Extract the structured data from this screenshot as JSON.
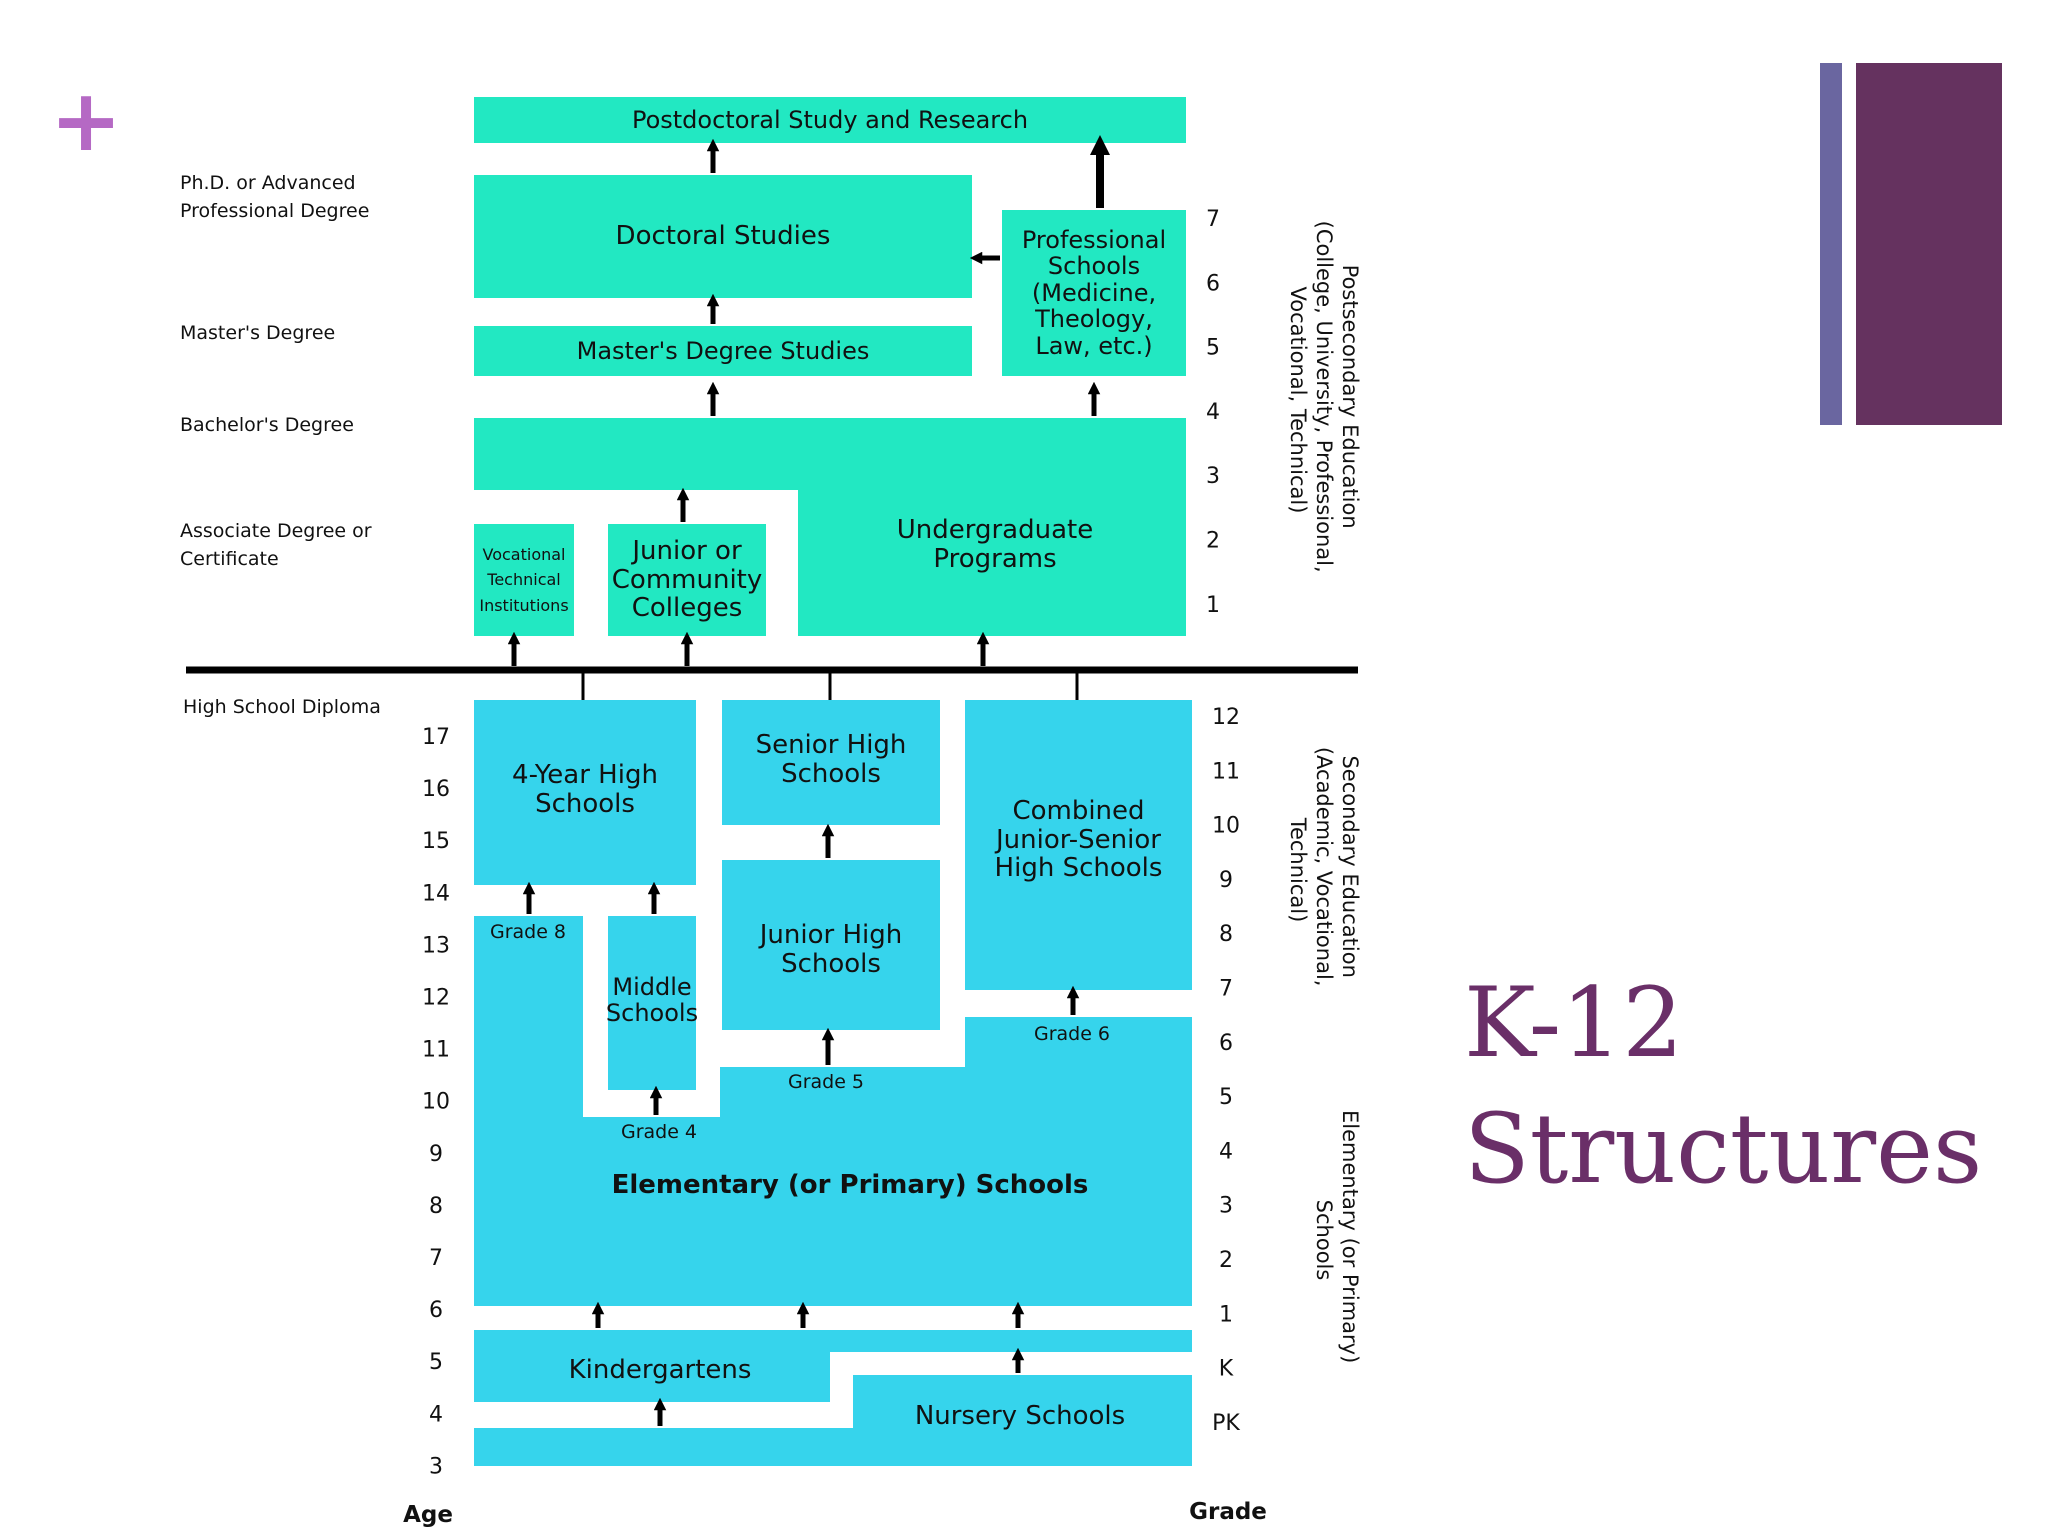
{
  "slide": {
    "plus_symbol": "+",
    "title_lines": [
      "K-12",
      "Structures"
    ],
    "accent_colors": {
      "plus": "#b569c4",
      "bar_thin": "#6a66a0",
      "bar_wide": "#65325f",
      "title": "#6a2f68"
    }
  },
  "diagram": {
    "colors": {
      "postsecondary": "#22e8c2",
      "k12": "#36d4ec",
      "text": "#111111"
    },
    "boxes": {
      "postdoc": "Postdoctoral Study and Research",
      "doctoral": "Doctoral Studies",
      "masters": "Master's Degree Studies",
      "professional": "Professional Schools (Medicine, Theology, Law, etc.)",
      "undergrad": "Undergraduate Programs",
      "vocational": "Vocational Technical Institutions",
      "community": "Junior or Community Colleges",
      "four_year": "4-Year High Schools",
      "senior_high": "Senior High Schools",
      "junior_high": "Junior High Schools",
      "combined": "Combined Junior-Senior High Schools",
      "middle": "Middle Schools",
      "elementary": "Elementary (or Primary) Schools",
      "kindergarten": "Kindergartens",
      "nursery": "Nursery Schools"
    },
    "entry_labels": {
      "grade8": "Grade 8",
      "grade4": "Grade 4",
      "grade5": "Grade 5",
      "grade6": "Grade 6"
    },
    "degrees": [
      "Ph.D. or Advanced Professional Degree",
      "Master's Degree",
      "Bachelor's Degree",
      "Associate Degree or Certificate",
      "High School Diploma"
    ],
    "ages": [
      "17",
      "16",
      "15",
      "14",
      "13",
      "12",
      "11",
      "10",
      "9",
      "8",
      "7",
      "6",
      "5",
      "4",
      "3"
    ],
    "age_axis_label": "Age",
    "postsecondary_years": [
      "7",
      "6",
      "5",
      "4",
      "3",
      "2",
      "1"
    ],
    "grades": [
      "12",
      "11",
      "10",
      "9",
      "8",
      "7",
      "6",
      "5",
      "4",
      "3",
      "2",
      "1",
      "K",
      "PK"
    ],
    "grade_axis_label": "Grade",
    "section_labels": {
      "postsecondary": [
        "Postsecondary Education",
        "(College, University, Professional,",
        "Vocational, Technical)"
      ],
      "secondary": [
        "Secondary Education",
        "(Academic, Vocational,",
        "Technical)"
      ],
      "elementary": [
        "Elementary (or Primary)",
        "Schools"
      ]
    }
  }
}
